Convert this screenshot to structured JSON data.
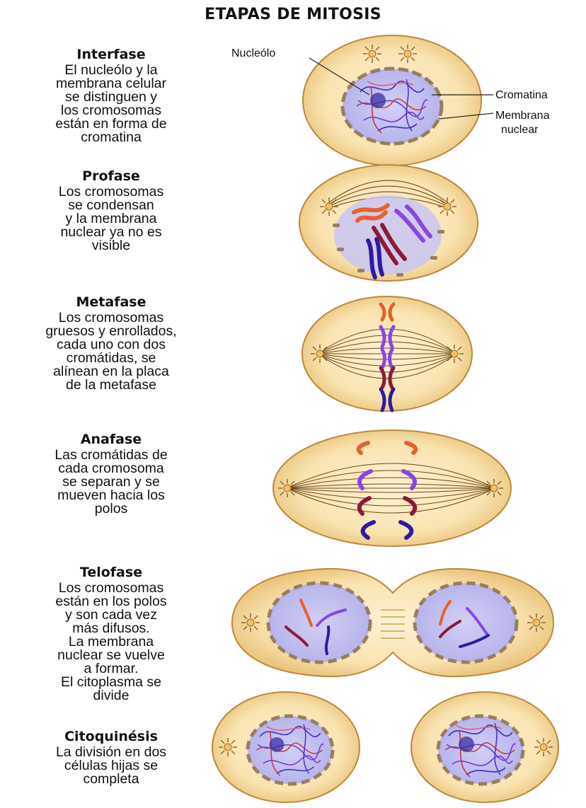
{
  "title": "ETAPAS DE MITOSIS",
  "stages": [
    {
      "name": "Interfase",
      "lines": [
        "El nucleólo y la",
        "membrana celular",
        "se distinguen y",
        "los cromosomas",
        "están en forma de",
        "cromatina"
      ]
    },
    {
      "name": "Profase",
      "lines": [
        "Los cromosomas",
        "se condensan",
        "y la membrana",
        "nuclear ya no es",
        "visible"
      ]
    },
    {
      "name": "Metafase",
      "lines": [
        "Los cromosomas",
        "gruesos y enrollados,",
        "cada uno con dos",
        "cromátidas, se",
        "alínean en la placa",
        "de la metafase"
      ]
    },
    {
      "name": "Anafase",
      "lines": [
        "Las cromátidas de",
        "cada cromosoma",
        "se separan y se",
        "mueven hacia los",
        "polos"
      ]
    },
    {
      "name": "Telofase",
      "lines": [
        "Los cromosomas",
        "están en los polos",
        "y son cada vez",
        "más difusos.",
        "La membrana",
        "nuclear se vuelve",
        "a formar.",
        "El citoplasma se",
        "divide"
      ]
    },
    {
      "name": "Citoquinésis",
      "lines": [
        "La división en dos",
        "células hijas se",
        "completa"
      ]
    }
  ],
  "labels": {
    "nucleolo": "Nucleólo",
    "cromatina": "Cromatina",
    "membrana_1": "Membrana",
    "membrana_2": "nuclear"
  }
}
